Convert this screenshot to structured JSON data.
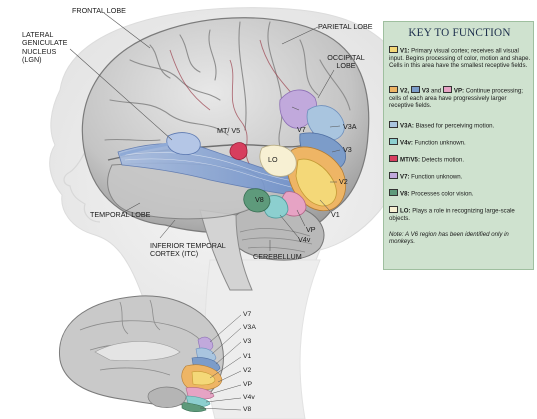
{
  "colors": {
    "V1": "#f4d878",
    "V2": "#eeb565",
    "V3": "#7c9cc9",
    "VP": "#e6a3c4",
    "V3A": "#a9c5df",
    "V4v": "#8ccfcf",
    "MT_V5": "#d73e5e",
    "V7": "#c1a9dc",
    "V8": "#5e9a7b",
    "LO": "#f7f0d3",
    "key_bg": "#cfe2cf"
  },
  "main_labels": {
    "frontal_lobe": "FRONTAL LOBE",
    "parietal_lobe": "PARIETAL LOBE",
    "lgn": "LATERAL\nGENICULATE\nNUCLEUS\n(LGN)",
    "occipital_lobe": "OCCIPITAL\nLOBE",
    "v7": "V7",
    "mt_v5": "MT/ V5",
    "v3a": "V3A",
    "v3": "V3",
    "lo": "LO",
    "v2": "V2",
    "v1": "V1",
    "v8": "V8",
    "vp": "VP",
    "v4v": "V4v",
    "temporal_lobe": "TEMPORAL LOBE",
    "itc": "INFERIOR TEMPORAL\nCORTEX (ITC)",
    "cerebellum": "CEREBELLUM"
  },
  "small_labels": {
    "v7": "V7",
    "v3a": "V3A",
    "v3": "V3",
    "v1": "V1",
    "v2": "V2",
    "vp": "VP",
    "v4v": "V4v",
    "v8": "V8"
  },
  "key": {
    "title": "KEY TO FUNCTION",
    "entries": [
      {
        "tag": "V1:",
        "text": " Primary visual cortex; receives all visual input. Begins processing of color, motion and shape. Cells in this area have the smallest receptive fields."
      },
      {
        "tag1": "V2,",
        "tag2": "V3",
        "mid": " and ",
        "tag3": "VP:",
        "text": " Continue processing; cells of each area have progressively larger receptive fields."
      },
      {
        "tag": "V3A:",
        "text": " Biased for perceiving motion."
      },
      {
        "tag": "V4v:",
        "text": " Function unknown."
      },
      {
        "tag": "MT/V5:",
        "text": " Detects motion."
      },
      {
        "tag": "V7:",
        "text": " Function unknown."
      },
      {
        "tag": "V8:",
        "text": " Processes color vision."
      },
      {
        "tag": "LO:",
        "text": " Plays a role in recognizing large-scale objects."
      }
    ],
    "note": "Note: A V6 region has been identified only in monkeys."
  }
}
